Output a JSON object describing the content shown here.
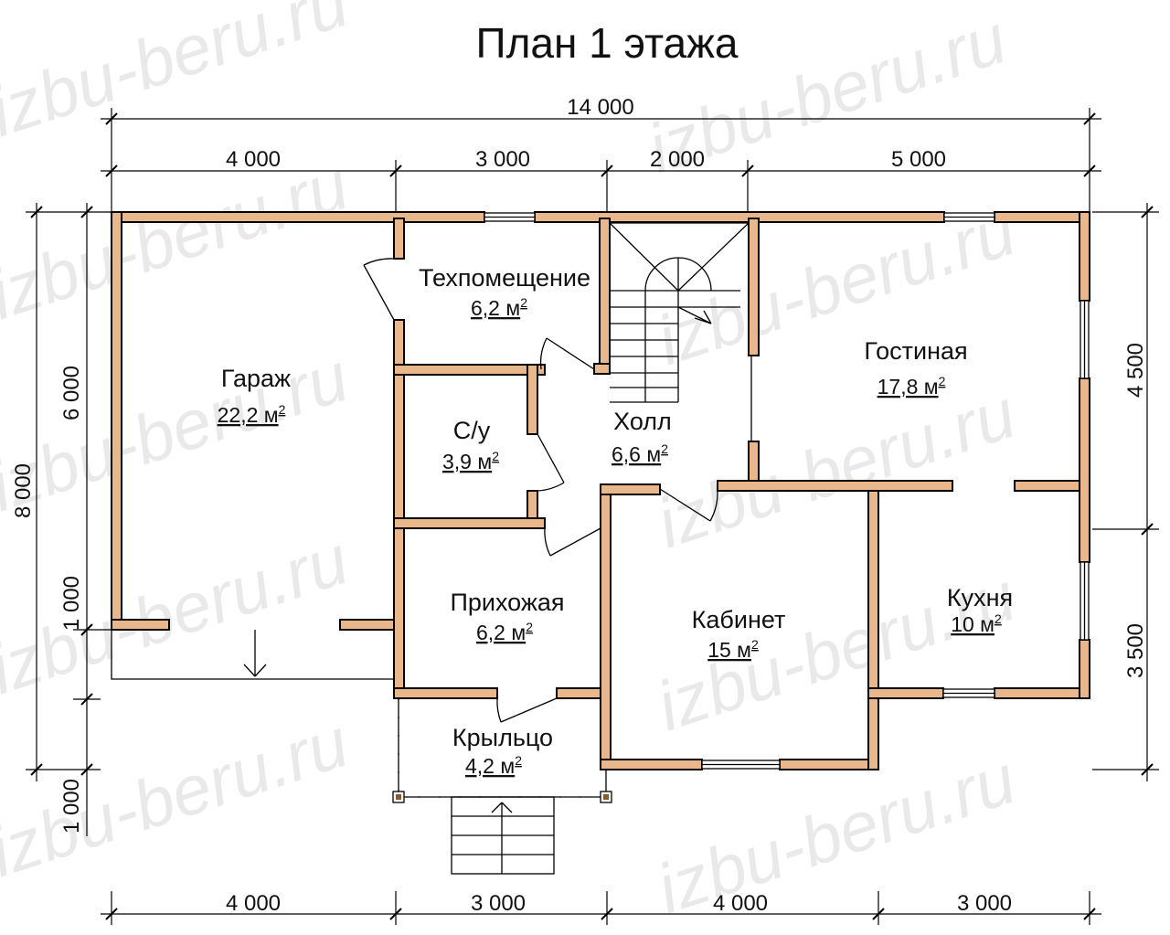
{
  "title": "План 1 этажа",
  "watermark": "izbu-beru.ru",
  "colors": {
    "wall_fill": "#e8b88c",
    "wall_stroke": "#000000",
    "post": "#8b5a2b"
  },
  "dimensions": {
    "top_total": "14 000",
    "top_segments": [
      "4 000",
      "3 000",
      "2 000",
      "5 000"
    ],
    "bottom_segments": [
      "4 000",
      "3 000",
      "4 000",
      "3 000"
    ],
    "left_total": "8 000",
    "left_upper": "6 000",
    "left_lower": "1 000",
    "left_porch": "1 000",
    "right_upper": "4 500",
    "right_lower": "3 500"
  },
  "rooms": [
    {
      "name": "Гараж",
      "area": "22,2 м",
      "unit_sup": "2"
    },
    {
      "name": "Техпомещение",
      "area": "6,2 м",
      "unit_sup": "2"
    },
    {
      "name": "С/у",
      "area": "3,9 м",
      "unit_sup": "2"
    },
    {
      "name": "Холл",
      "area": "6,6 м",
      "unit_sup": "2"
    },
    {
      "name": "Гостиная",
      "area": "17,8 м",
      "unit_sup": "2"
    },
    {
      "name": "Прихожая",
      "area": "6,2 м",
      "unit_sup": "2"
    },
    {
      "name": "Кабинет",
      "area": "15 м",
      "unit_sup": "2"
    },
    {
      "name": "Кухня",
      "area": "10 м",
      "unit_sup": "2"
    },
    {
      "name": "Крыльцо",
      "area": "4,2 м",
      "unit_sup": "2"
    }
  ]
}
